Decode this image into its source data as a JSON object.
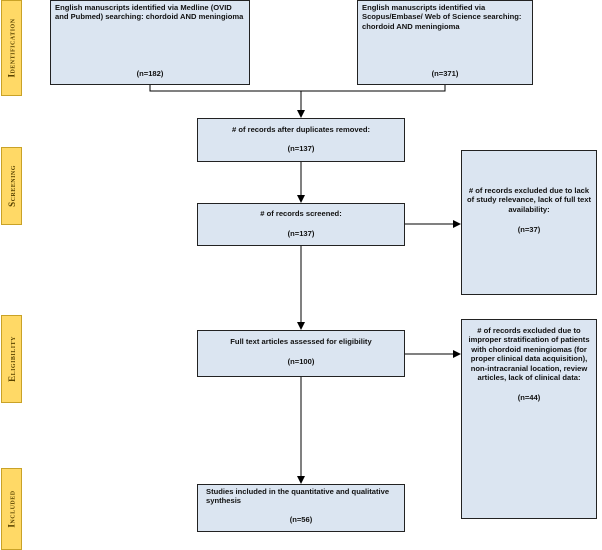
{
  "phases": {
    "identification": "Identification",
    "screening": "Screening",
    "eligibility": "Eligibility",
    "included": "Included"
  },
  "boxes": {
    "medline": {
      "text": "English manuscripts identified via Medline (OVID and Pubmed) searching: chordoid AND meningioma",
      "count": "(n=182)"
    },
    "scopus": {
      "text": "English manuscripts identified via Scopus/Embase/ Web of Science searching: chordoid AND meningioma",
      "count": "(n=371)"
    },
    "duplicates": {
      "text": "# of records after duplicates removed:",
      "count": "(n=137)"
    },
    "screened": {
      "text": "# of records screened:",
      "count": "(n=137)"
    },
    "excluded_screening": {
      "text": "# of records excluded due to lack of study relevance, lack of full text availability:",
      "count": "(n=37)"
    },
    "fulltext": {
      "text": "Full text articles assessed for eligibility",
      "count": "(n=100)"
    },
    "excluded_eligibility": {
      "text": "# of records excluded due to improper stratification of patients with chordoid meningiomas (for proper clinical data acquisition), non-intracranial location, review articles, lack of clinical data:",
      "count": "(n=44)"
    },
    "included": {
      "text": "Studies included in the quantitative and qualitative synthesis",
      "count": "(n=56)"
    }
  }
}
